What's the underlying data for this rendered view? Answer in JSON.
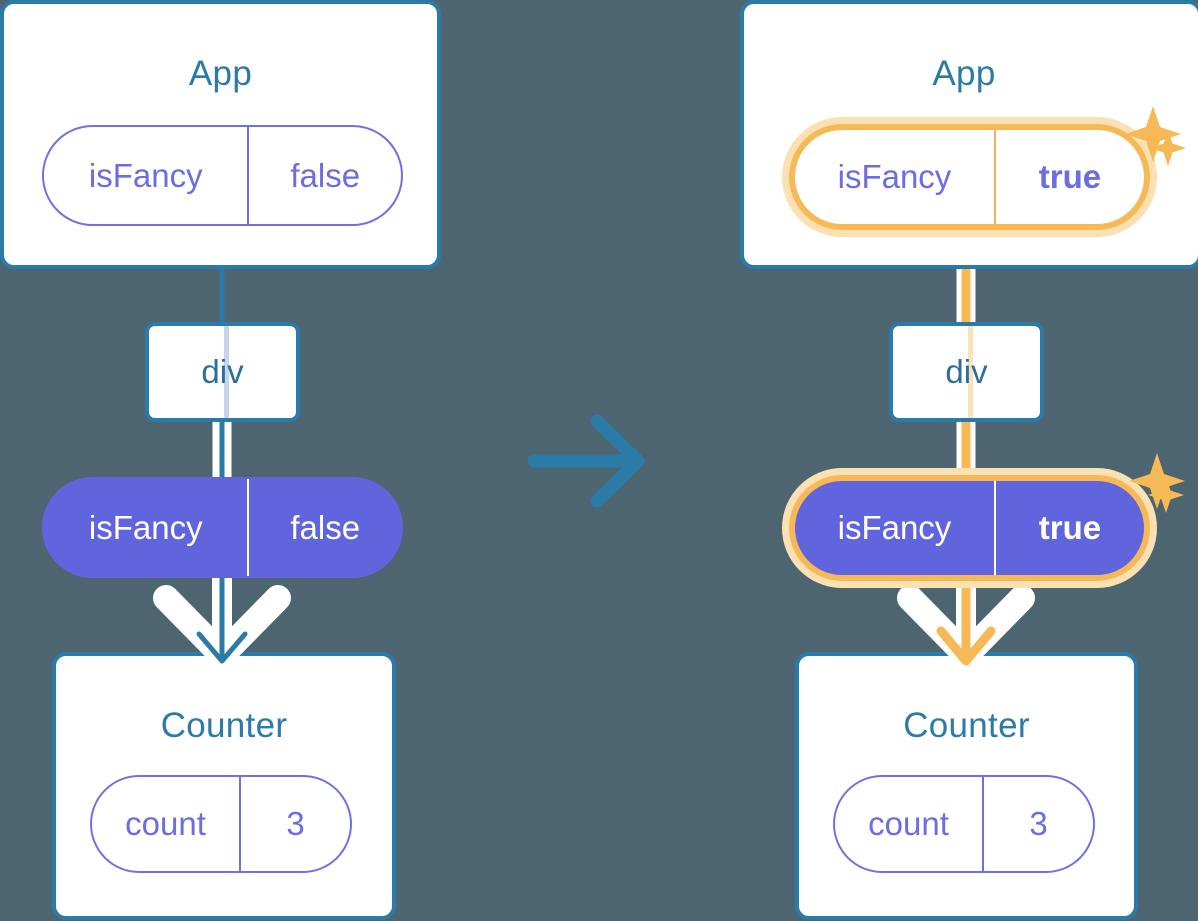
{
  "background_color": "#4d6570",
  "colors": {
    "card_border_blue": "#2b7ba9",
    "title_blue": "#2b7ba9",
    "pill_purple": "#6165dd",
    "pill_purple_text": "#6b6de0",
    "highlight_orange": "#f7b955",
    "highlight_orange_halo": "#fbe0b4",
    "wire_white": "#ffffff",
    "wire_blue": "#2b7ba9"
  },
  "transition_arrow": {
    "icon": "arrow-right-icon",
    "color": "#2b7ba9",
    "direction": "right"
  },
  "panels": [
    {
      "id": "before",
      "app_card": {
        "title": "App",
        "state_pill": {
          "name": "isFancy",
          "value": "false",
          "style": "outline",
          "highlighted": false,
          "bold_value": false
        }
      },
      "dom_node": {
        "label": "div"
      },
      "prop_pill": {
        "name": "isFancy",
        "value": "false",
        "style": "filled",
        "highlighted": false,
        "bold_value": false
      },
      "counter_card": {
        "title": "Counter",
        "state_pill": {
          "name": "count",
          "value": "3",
          "style": "outline",
          "highlighted": false,
          "bold_value": false
        }
      },
      "sparkles": []
    },
    {
      "id": "after",
      "app_card": {
        "title": "App",
        "state_pill": {
          "name": "isFancy",
          "value": "true",
          "style": "outline",
          "highlighted": true,
          "bold_value": true
        }
      },
      "dom_node": {
        "label": "div"
      },
      "prop_pill": {
        "name": "isFancy",
        "value": "true",
        "style": "filled",
        "highlighted": true,
        "bold_value": true
      },
      "counter_card": {
        "title": "Counter",
        "state_pill": {
          "name": "count",
          "value": "3",
          "style": "outline",
          "highlighted": false,
          "bold_value": false
        }
      },
      "sparkles": [
        {
          "icon": "sparkle-icon",
          "size": "large"
        },
        {
          "icon": "sparkle-icon",
          "size": "small"
        },
        {
          "icon": "sparkle-icon",
          "size": "large"
        },
        {
          "icon": "sparkle-icon",
          "size": "small"
        }
      ]
    }
  ]
}
